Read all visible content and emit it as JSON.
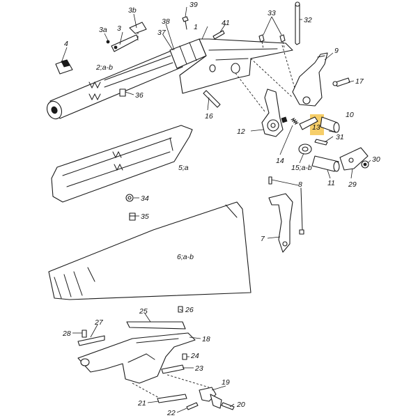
{
  "labels": {
    "p1": "1",
    "p2": "2;a-b",
    "p3": "3",
    "p3a": "3a",
    "p3b": "3b",
    "p4": "4",
    "p5": "5;a",
    "p6": "6;a-b",
    "p7": "7",
    "p8": "8",
    "p9": "9",
    "p10": "10",
    "p11": "11",
    "p12": "12",
    "p13": "13",
    "p14": "14",
    "p15": "15;a-b",
    "p16": "16",
    "p17": "17",
    "p18": "18",
    "p19": "19",
    "p20": "20",
    "p21": "21",
    "p22": "22",
    "p23": "23",
    "p24": "24",
    "p25": "25",
    "p26": "26",
    "p27": "27",
    "p28": "28",
    "p29": "29",
    "p30": "30",
    "p31": "31",
    "p32": "32",
    "p33": "33",
    "p34": "34",
    "p35": "35",
    "p36": "36",
    "p37": "37",
    "p38": "38",
    "p39": "39",
    "p41": "41"
  },
  "highlight": {
    "part": "13",
    "color": "#f5c64f"
  }
}
